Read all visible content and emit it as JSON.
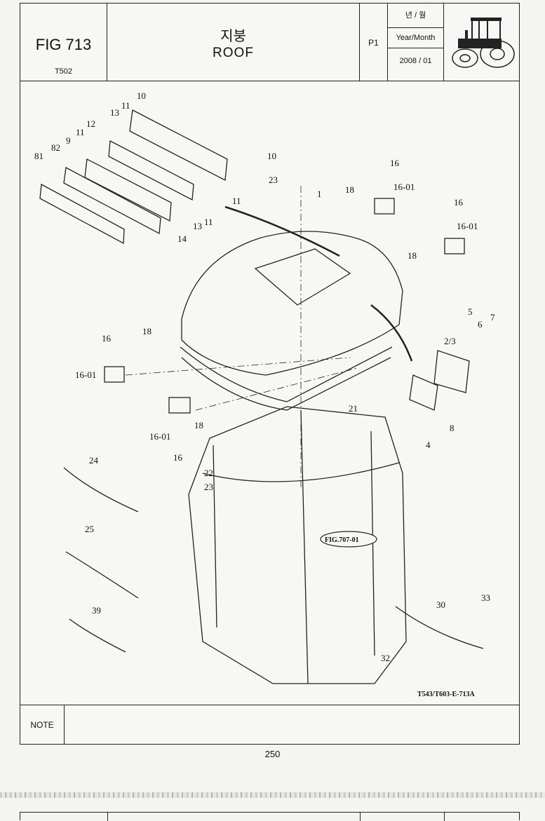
{
  "header": {
    "fig_no": "FIG 713",
    "model": "T502",
    "title_ko": "지붕",
    "title_en": "ROOF",
    "page_label": "P1",
    "date_label_ko": "년 / 월",
    "date_label_en": "Year/Month",
    "date_value": "2008 / 01",
    "icon": "tractor-icon"
  },
  "diagram": {
    "callouts": [
      "10",
      "13",
      "11",
      "12",
      "11",
      "9",
      "82",
      "81",
      "11",
      "14",
      "13",
      "11",
      "10",
      "23",
      "1",
      "18",
      "16",
      "16-01",
      "16",
      "16-01",
      "18",
      "16",
      "18",
      "16-01",
      "18",
      "2/3",
      "5",
      "6",
      "7",
      "4",
      "8",
      "21",
      "22",
      "23",
      "16-01",
      "16",
      "24",
      "25",
      "39",
      "30",
      "33",
      "32"
    ],
    "reference": "FIG.707-01",
    "drawing_code": "T543/T603-E-713A"
  },
  "note": {
    "label": "NOTE"
  },
  "footer": {
    "page_number": "250"
  }
}
